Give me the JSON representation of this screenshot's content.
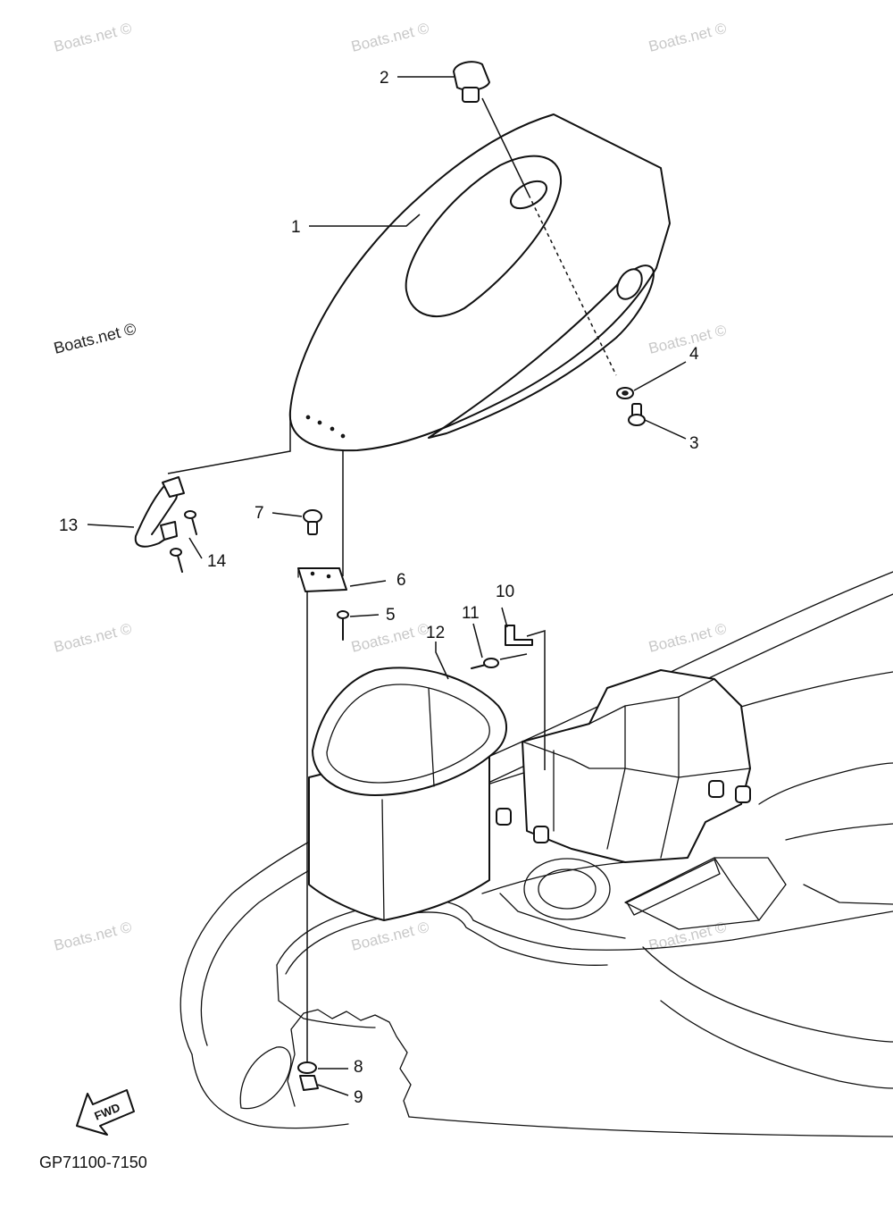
{
  "diagram": {
    "figure_code": "GP71100-7150",
    "forward_marker": "FWD",
    "watermark_text": "Boats.net ©",
    "part_callouts": [
      "1",
      "2",
      "3",
      "4",
      "5",
      "6",
      "7",
      "8",
      "9",
      "10",
      "11",
      "12",
      "13",
      "14"
    ]
  }
}
